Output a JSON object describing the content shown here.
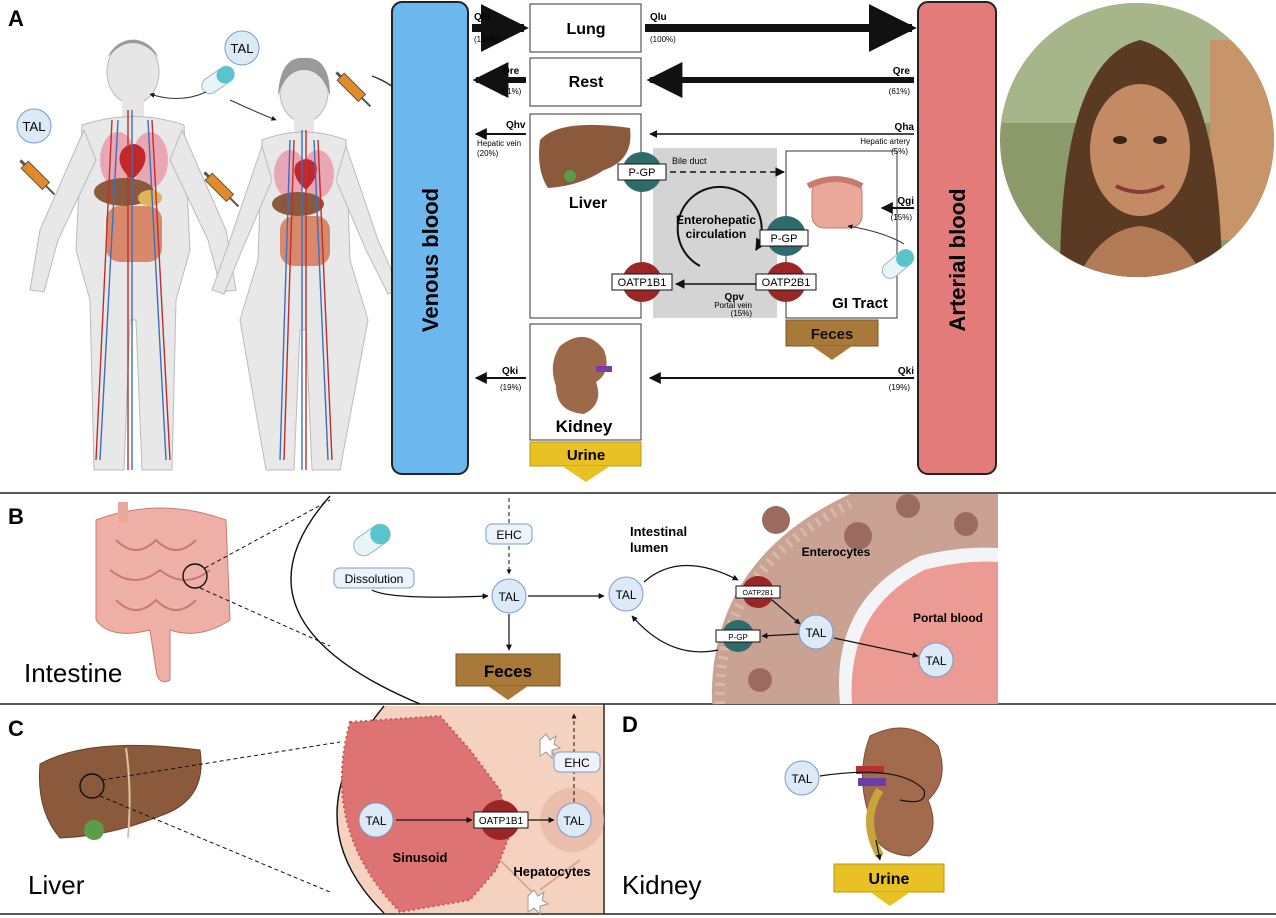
{
  "panels": {
    "a": "A",
    "b": "B",
    "c": "C",
    "d": "D",
    "intestine": "Intestine",
    "liver": "Liver",
    "kidney": "Kidney"
  },
  "panel_a": {
    "venous": "Venous blood",
    "arterial": "Arterial blood",
    "pill_tal_1": "TAL",
    "pill_tal_2": "TAL",
    "organs": {
      "lung": "Lung",
      "rest": "Rest",
      "liver": "Liver",
      "kidney": "Kidney",
      "gi": "GI Tract",
      "urine": "Urine",
      "feces": "Feces"
    },
    "flows": {
      "qlu_left": "Qlu",
      "qlu_left_pct": "(100%)",
      "qlu_right": "Qlu",
      "qlu_right_pct": "(100%)",
      "qre_left": "Qre",
      "qre_left_pct": "(61%)",
      "qre_right": "Qre",
      "qre_right_pct": "(61%)",
      "qhv": "Qhv",
      "qhv_sub": "Hepatic vein",
      "qhv_pct": "(20%)",
      "qha": "Qha",
      "qha_sub": "Hepatic artery",
      "qha_pct": "(5%)",
      "qgi": "Qgi",
      "qgi_pct": "(15%)",
      "qpv": "Qpv",
      "qpv_sub": "Portal vein",
      "qpv_pct": "(15%)",
      "qki_left": "Qki",
      "qki_left_pct": "(19%)",
      "qki_right": "Qki",
      "qki_right_pct": "(19%)"
    },
    "transporters": {
      "pgp_liver": "P-GP",
      "oatp1b1": "OATP1B1",
      "pgp_gi": "P-GP",
      "oatp2b1": "OATP2B1"
    },
    "bile_duct": "Bile duct",
    "ehc_1": "Enterohepatic",
    "ehc_2": "circulation"
  },
  "panel_b": {
    "ehc": "EHC",
    "dissolution": "Dissolution",
    "tal_center": "TAL",
    "tal_lumen": "TAL",
    "tal_cell": "TAL",
    "tal_portal": "TAL",
    "feces": "Feces",
    "lumen_1": "Intestinal",
    "lumen_2": "lumen",
    "enterocytes": "Enterocytes",
    "portal_blood": "Portal blood",
    "oatp2b1": "OATP2B1",
    "pgp": "P-GP"
  },
  "panel_c": {
    "tal_sinusoid": "TAL",
    "tal_hep": "TAL",
    "oatp1b1": "OATP1B1",
    "ehc": "EHC",
    "sinusoid": "Sinusoid",
    "hepatocytes": "Hepatocytes"
  },
  "panel_d": {
    "tal": "TAL",
    "urine": "Urine"
  },
  "colors": {
    "venous": "#6cb8ee",
    "arterial": "#e37b7b",
    "urine": "#e8c224",
    "feces": "#a9793a",
    "transporter_red": "#9a2626",
    "transporter_teal": "#2f6b6b",
    "tal_fill": "#dce9f7"
  }
}
